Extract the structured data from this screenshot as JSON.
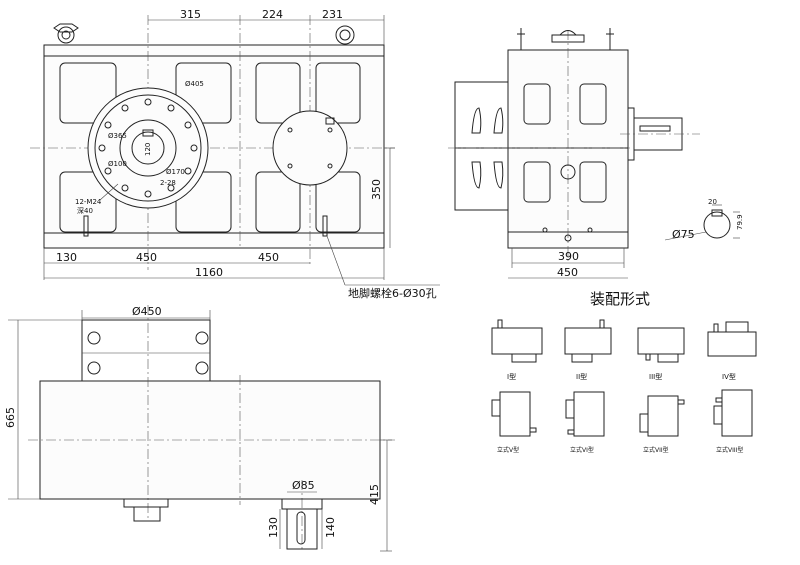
{
  "top_view": {
    "dims_top": [
      "315",
      "224",
      "231"
    ],
    "dims_bottom": [
      "130",
      "450",
      "450"
    ],
    "overall": "1160",
    "height": "350",
    "labels": {
      "d405": "Ø405",
      "d365": "Ø365",
      "d170": "Ø170",
      "d100": "Ø100",
      "m24": "12-M24",
      "deep40": "深40",
      "r28": "2-28",
      "v120": "120"
    },
    "foot_bolt_note": "地脚螺栓6-Ø30孔"
  },
  "side_view": {
    "dim_390": "390",
    "dim_450": "450",
    "dim_20": "20",
    "dim_799": "79.9",
    "d75": "Ø75"
  },
  "front_view": {
    "d450": "Ø450",
    "height_665": "665",
    "height_415": "415",
    "d85": "Ø85",
    "dim_130": "130",
    "dim_140": "140"
  },
  "assembly": {
    "title": "装配形式",
    "row1": [
      "I型",
      "II型",
      "III型",
      "IV型"
    ],
    "row2": [
      "立式V型",
      "立式VI型",
      "立式VII型",
      "立式VIII型"
    ]
  }
}
